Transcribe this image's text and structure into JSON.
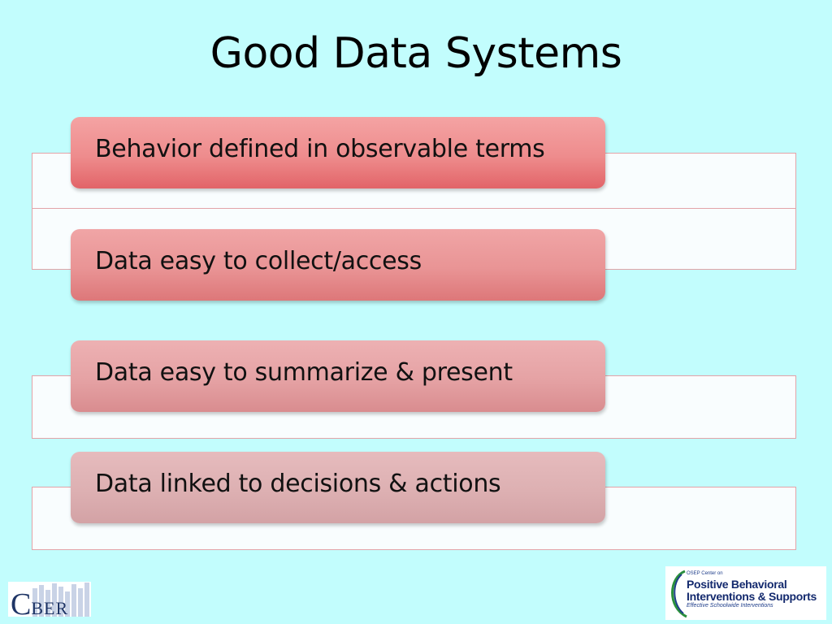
{
  "slide": {
    "title": "Good Data Systems",
    "items": [
      {
        "label": "Behavior defined in observable terms"
      },
      {
        "label": "Data easy to collect/access"
      },
      {
        "label": "Data easy to summarize & present"
      },
      {
        "label": "Data linked to decisions & actions"
      }
    ]
  },
  "logos": {
    "left": {
      "big": "C",
      "small": "BER"
    },
    "right": {
      "top": "OSEP Center on",
      "main1": "Positive Behavioral",
      "main2": "Interventions & Supports",
      "sub": "Effective Schoolwide Interventions"
    }
  },
  "colors": {
    "background": "#c2fdfd",
    "panel": "#f9fdfe",
    "panel_border": "#e3a3a8",
    "tag1": "#ee8c8d",
    "tag2": "#e99495",
    "tag3": "#e5a2a4",
    "tag4": "#ddb0b2",
    "logo_navy": "#142a6e"
  }
}
